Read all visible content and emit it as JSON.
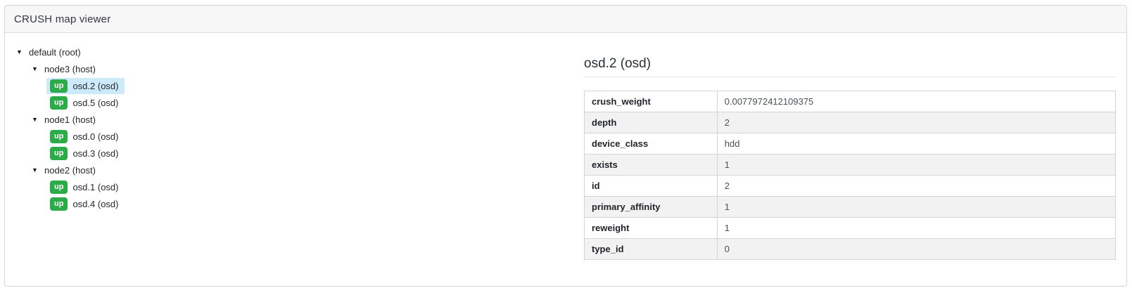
{
  "header": {
    "title": "CRUSH map viewer"
  },
  "tree": {
    "caret_icon": "▼",
    "nodes": [
      {
        "label": "default (root)",
        "level": 0,
        "type": "bucket",
        "expanded": true,
        "selected": false
      },
      {
        "label": "node3 (host)",
        "level": 1,
        "type": "bucket",
        "expanded": true,
        "selected": false
      },
      {
        "label": "osd.2 (osd)",
        "level": 2,
        "type": "osd",
        "status": "up",
        "selected": true
      },
      {
        "label": "osd.5 (osd)",
        "level": 2,
        "type": "osd",
        "status": "up",
        "selected": false
      },
      {
        "label": "node1 (host)",
        "level": 1,
        "type": "bucket",
        "expanded": true,
        "selected": false
      },
      {
        "label": "osd.0 (osd)",
        "level": 2,
        "type": "osd",
        "status": "up",
        "selected": false
      },
      {
        "label": "osd.3 (osd)",
        "level": 2,
        "type": "osd",
        "status": "up",
        "selected": false
      },
      {
        "label": "node2 (host)",
        "level": 1,
        "type": "bucket",
        "expanded": true,
        "selected": false
      },
      {
        "label": "osd.1 (osd)",
        "level": 2,
        "type": "osd",
        "status": "up",
        "selected": false
      },
      {
        "label": "osd.4 (osd)",
        "level": 2,
        "type": "osd",
        "status": "up",
        "selected": false
      }
    ]
  },
  "details": {
    "title": "osd.2 (osd)",
    "attributes": [
      {
        "key": "crush_weight",
        "value": "0.0077972412109375"
      },
      {
        "key": "depth",
        "value": "2"
      },
      {
        "key": "device_class",
        "value": "hdd"
      },
      {
        "key": "exists",
        "value": "1"
      },
      {
        "key": "id",
        "value": "2"
      },
      {
        "key": "primary_affinity",
        "value": "1"
      },
      {
        "key": "reweight",
        "value": "1"
      },
      {
        "key": "type_id",
        "value": "0"
      }
    ]
  },
  "colors": {
    "badge_up_bg": "#2cab49",
    "selected_node_bg": "#cdeafb",
    "header_bg": "#f7f7f8",
    "card_border": "#d6d6d6",
    "table_stripe": "#f2f2f2"
  }
}
